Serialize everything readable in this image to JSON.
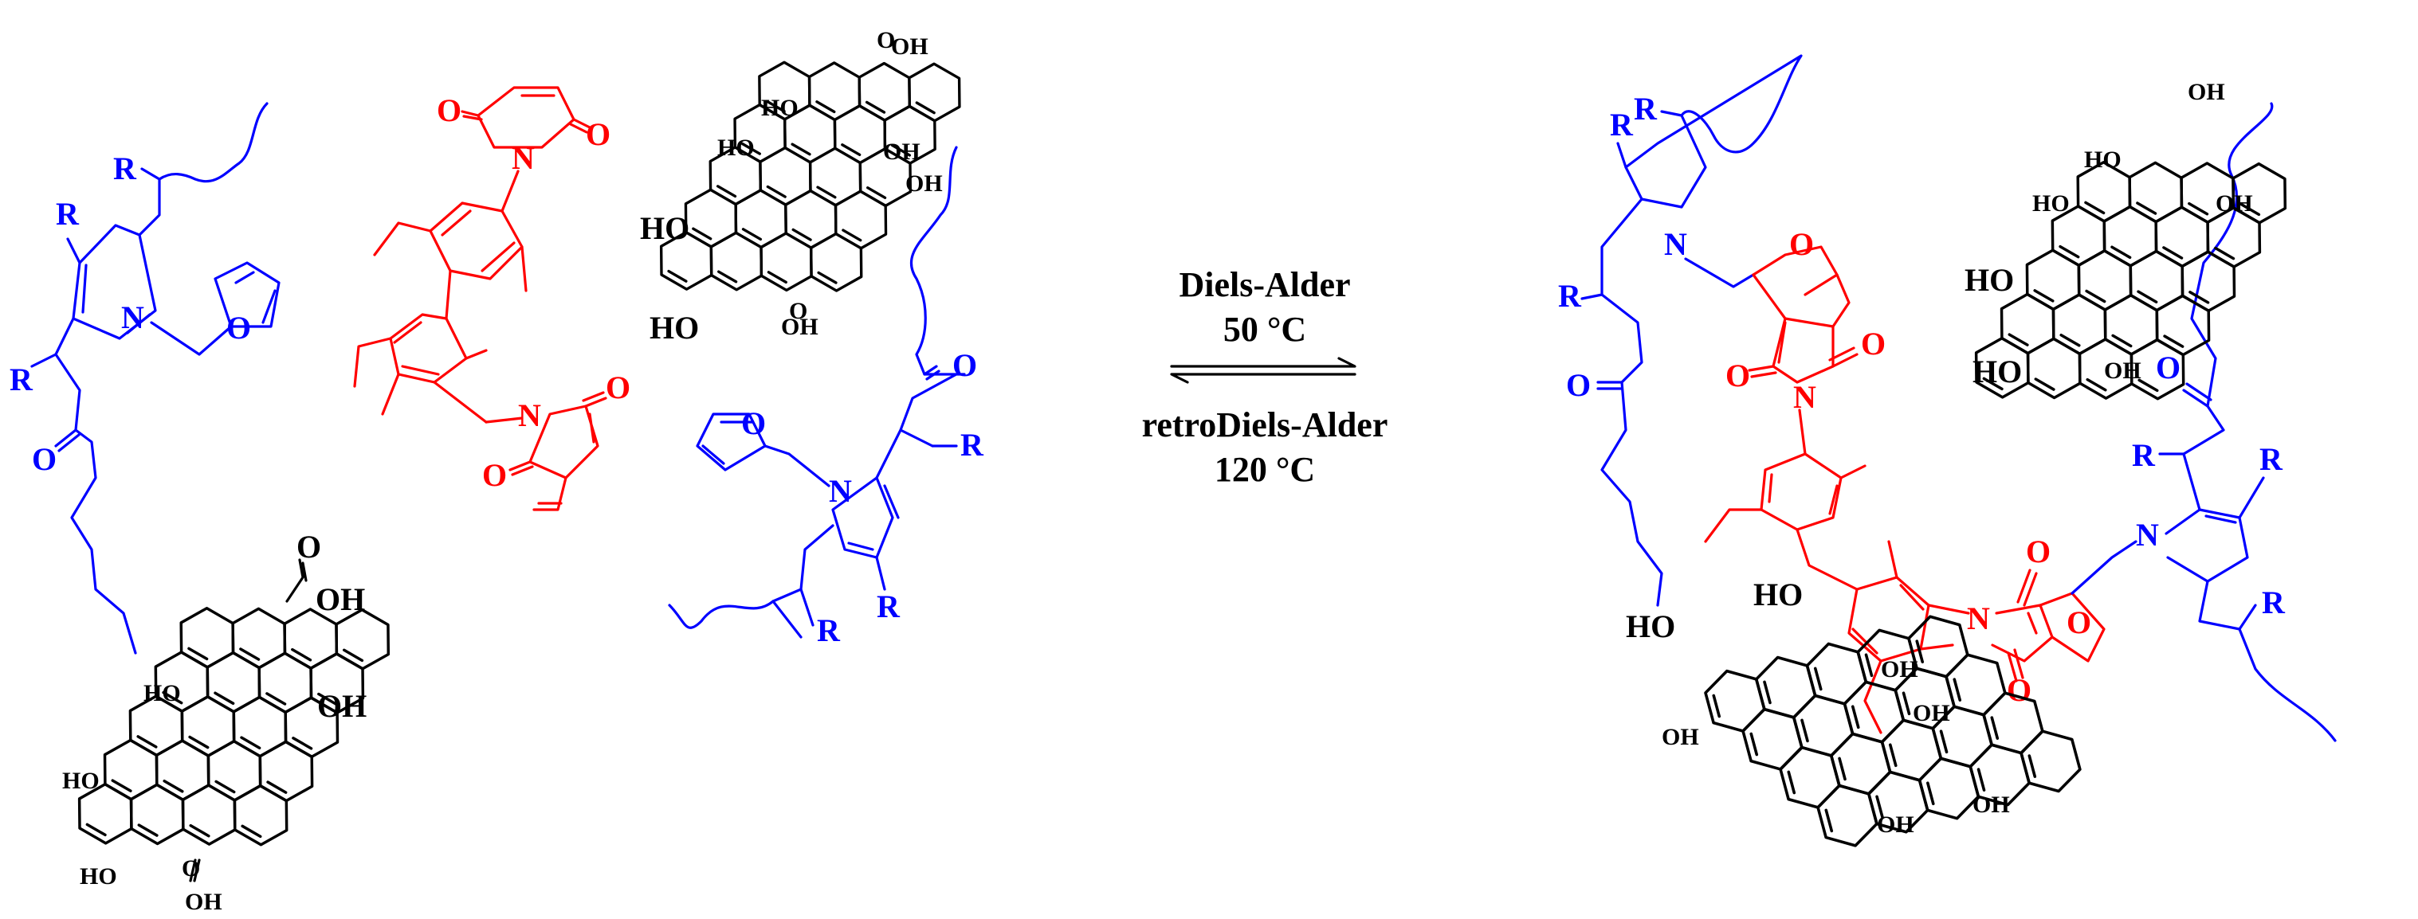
{
  "colors": {
    "polymer": "#0000ff",
    "crosslinker": "#ff0000",
    "graphene": "#000000",
    "background": "#ffffff"
  },
  "reaction": {
    "forward_label": "Diels-Alder",
    "forward_temp": "50 °C",
    "reverse_label": "retroDiels-Alder",
    "reverse_temp": "120 °C"
  },
  "atoms": {
    "R": "R",
    "N": "N",
    "O": "O",
    "HO": "HO",
    "OH": "OH"
  }
}
